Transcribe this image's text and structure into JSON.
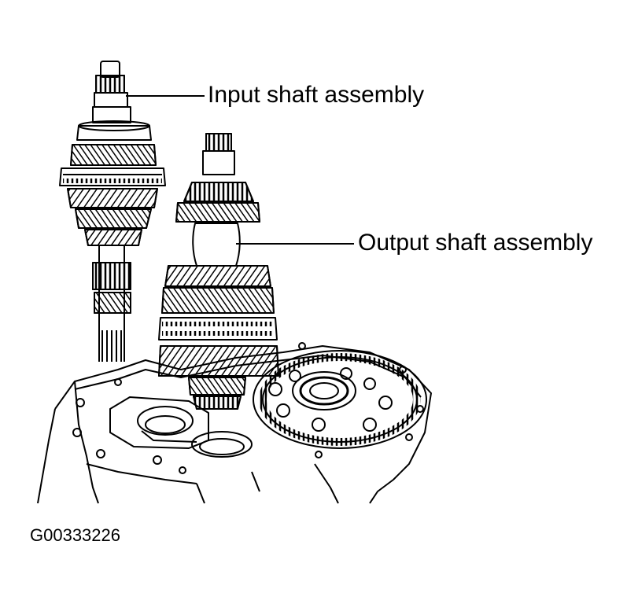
{
  "diagram": {
    "callouts": {
      "input_shaft": "Input shaft assembly",
      "output_shaft": "Output shaft assembly"
    },
    "figure_id": "G00333226",
    "colors": {
      "ink": "#000000",
      "paper": "#ffffff"
    }
  }
}
